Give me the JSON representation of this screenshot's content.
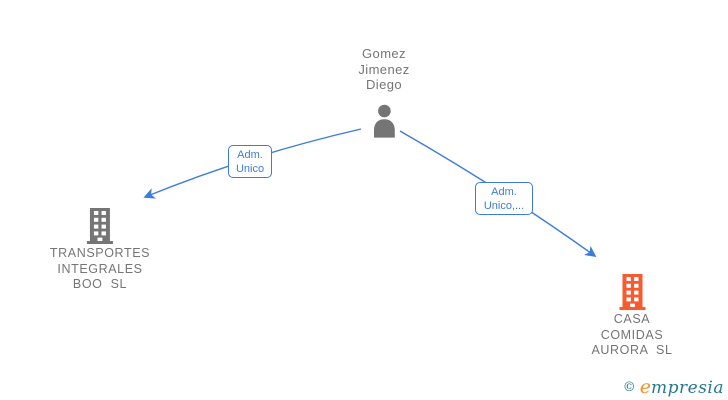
{
  "person": {
    "name_lines": [
      "Gomez",
      "Jimenez",
      "Diego"
    ]
  },
  "edges": {
    "left": {
      "label_lines": [
        "Adm.",
        "Unico"
      ]
    },
    "right": {
      "label_lines": [
        "Adm.",
        "Unico,..."
      ]
    }
  },
  "companies": {
    "left": {
      "name_lines": [
        "TRANSPORTES",
        "INTEGRALES",
        "BOO  SL"
      ]
    },
    "right": {
      "name_lines": [
        "CASA",
        "COMIDAS",
        "AURORA  SL"
      ]
    }
  },
  "watermark": {
    "copyright_symbol": "©",
    "brand_initial": "e",
    "brand_rest": "mpresia"
  },
  "colors": {
    "background": "#FFFFFF",
    "edge_blue": "#3D7CDC",
    "node_gray": "#757575",
    "text_gray": "#757575",
    "company_orange": "#FA5A30",
    "logo_teal": "#257A8E",
    "logo_orange": "#F0922B"
  }
}
